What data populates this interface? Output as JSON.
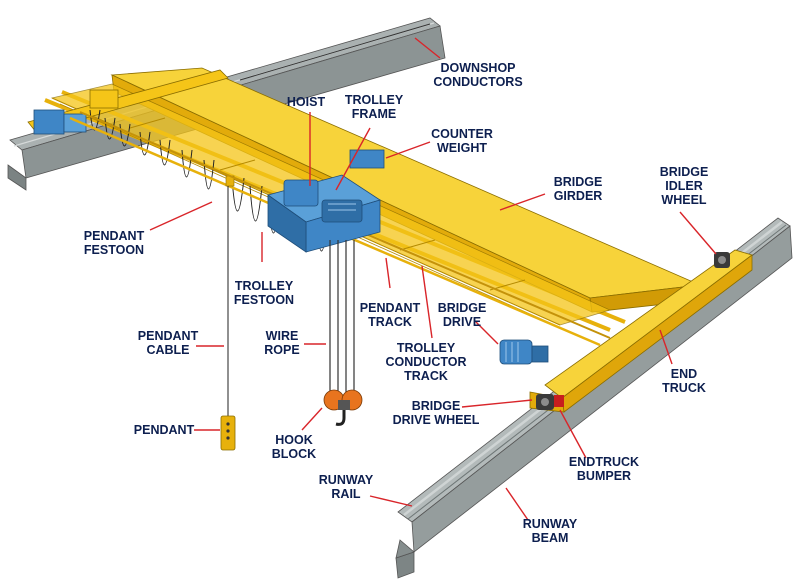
{
  "diagram": {
    "labels": [
      {
        "id": "downshop-conductors",
        "lines": [
          "DOWNSHOP",
          "CONDUCTORS"
        ]
      },
      {
        "id": "hoist",
        "lines": [
          "HOIST"
        ]
      },
      {
        "id": "trolley-frame",
        "lines": [
          "TROLLEY",
          "FRAME"
        ]
      },
      {
        "id": "counter-weight",
        "lines": [
          "COUNTER",
          "WEIGHT"
        ]
      },
      {
        "id": "bridge-girder",
        "lines": [
          "BRIDGE",
          "GIRDER"
        ]
      },
      {
        "id": "bridge-idler-wheel",
        "lines": [
          "BRIDGE",
          "IDLER",
          "WHEEL"
        ]
      },
      {
        "id": "pendant-festoon",
        "lines": [
          "PENDANT",
          "FESTOON"
        ]
      },
      {
        "id": "trolley-festoon",
        "lines": [
          "TROLLEY",
          "FESTOON"
        ]
      },
      {
        "id": "pendant-track",
        "lines": [
          "PENDANT",
          "TRACK"
        ]
      },
      {
        "id": "bridge-drive",
        "lines": [
          "BRIDGE",
          "DRIVE"
        ]
      },
      {
        "id": "pendant-cable",
        "lines": [
          "PENDANT",
          "CABLE"
        ]
      },
      {
        "id": "wire-rope",
        "lines": [
          "WIRE",
          "ROPE"
        ]
      },
      {
        "id": "trolley-conductor-track",
        "lines": [
          "TROLLEY",
          "CONDUCTOR",
          "TRACK"
        ]
      },
      {
        "id": "end-truck",
        "lines": [
          "END",
          "TRUCK"
        ]
      },
      {
        "id": "bridge-drive-wheel",
        "lines": [
          "BRIDGE",
          "DRIVE WHEEL"
        ]
      },
      {
        "id": "pendant",
        "lines": [
          "PENDANT"
        ]
      },
      {
        "id": "hook-block",
        "lines": [
          "HOOK",
          "BLOCK"
        ]
      },
      {
        "id": "endtruck-bumper",
        "lines": [
          "ENDTRUCK",
          "BUMPER"
        ]
      },
      {
        "id": "runway-rail",
        "lines": [
          "RUNWAY",
          "RAIL"
        ]
      },
      {
        "id": "runway-beam",
        "lines": [
          "RUNWAY",
          "BEAM"
        ]
      }
    ]
  },
  "colors": {
    "label_text": "#0d1f4f",
    "leader_line": "#d9252a",
    "girder_yellow": "#f5c518",
    "hoist_blue": "#3f86c6",
    "rail_gray": "#9fa6a6",
    "hook_orange": "#e8741e"
  }
}
